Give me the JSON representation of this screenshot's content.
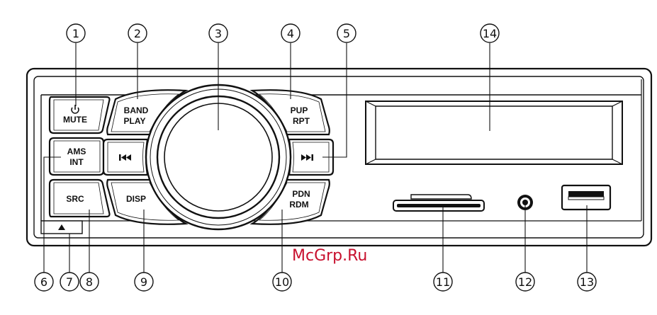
{
  "buttons": {
    "mute": {
      "icon": "power-icon",
      "label": "MUTE"
    },
    "band_play": {
      "line1": "BAND",
      "line2": "PLAY"
    },
    "pup_rpt": {
      "line1": "PUP",
      "line2": "RPT"
    },
    "ams_int": {
      "line1": "AMS",
      "line2": "INT"
    },
    "prev": {
      "icon": "skip-previous-icon"
    },
    "next": {
      "icon": "skip-next-icon"
    },
    "src": {
      "label": "SRC"
    },
    "disp": {
      "label": "DISP"
    },
    "pdn_rdm": {
      "line1": "PDN",
      "line2": "RDM"
    },
    "eject": {
      "icon": "eject-icon"
    }
  },
  "callouts": [
    "1",
    "2",
    "3",
    "4",
    "5",
    "6",
    "7",
    "8",
    "9",
    "10",
    "11",
    "12",
    "13",
    "14"
  ],
  "watermark": "McGrp.Ru"
}
